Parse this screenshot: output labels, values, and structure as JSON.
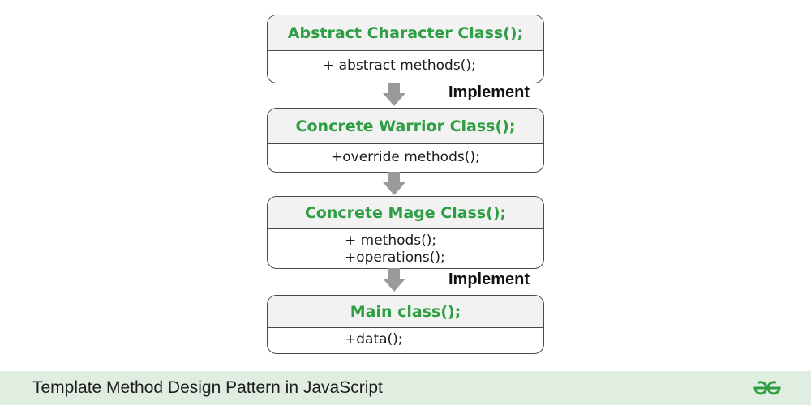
{
  "diagram": {
    "classes": [
      {
        "title": "Abstract Character Class();",
        "members": [
          "+ abstract methods();"
        ]
      },
      {
        "title": "Concrete Warrior Class();",
        "members": [
          "+override methods();"
        ]
      },
      {
        "title": "Concrete Mage Class();",
        "members": [
          "+ methods();",
          "+operations();"
        ]
      },
      {
        "title": "Main class();",
        "members": [
          "+data();"
        ]
      }
    ],
    "implement_labels": [
      "Implement",
      "Implement"
    ]
  },
  "footer": {
    "title": "Template Method Design Pattern in JavaScript",
    "logo_icon": "geeksforgeeks-logo-icon"
  },
  "colors": {
    "class_title": "#2e9e43",
    "arrow": "#9a9a9a",
    "footer_bg": "#dfeee0",
    "border": "#4a4a4a"
  }
}
